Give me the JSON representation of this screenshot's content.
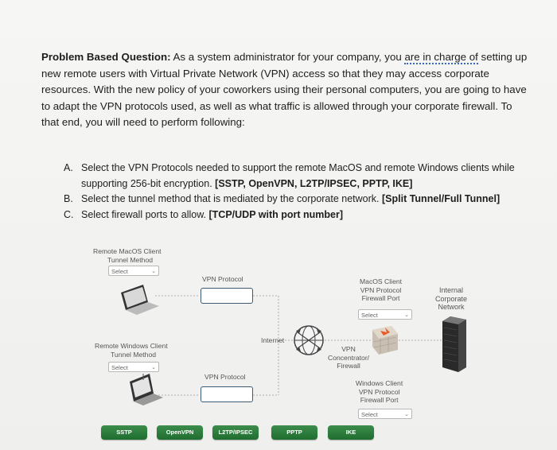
{
  "question": {
    "lead": "Problem Based Question:",
    "text_1": " As a system administrator for your company, you ",
    "underlined": "are in charge of",
    "text_2": " setting up new remote users with Virtual Private Network (VPN) access so that they may access corporate resources. With the new policy of your coworkers using their personal computers, you are going to have to adapt the VPN protocols used, as well as what traffic is allowed through your corporate firewall. To that end, you will need to perform following:"
  },
  "tasks": [
    {
      "letter": "A.",
      "text": "Select the VPN Protocols needed to support the remote MacOS and remote Windows clients while supporting 256-bit encryption. ",
      "bold": "[SSTP, OpenVPN, L2TP/IPSEC, PPTP, IKE]"
    },
    {
      "letter": "B.",
      "text": "Select the tunnel method that is mediated by the corporate network. ",
      "bold": "[Split Tunnel/Full Tunnel]"
    },
    {
      "letter": "C.",
      "text": "Select firewall ports to allow. ",
      "bold": "[TCP/UDP with port number]"
    }
  ],
  "diagram": {
    "mac_client": {
      "line1": "Remote MacOS Client",
      "line2": "Tunnel Method",
      "select": "Select"
    },
    "win_client": {
      "line1": "Remote Windows Client",
      "line2": "Tunnel Method",
      "select": "Select"
    },
    "vpn_protocol_top": "VPN Protocol",
    "vpn_protocol_bottom": "VPN Protocol",
    "internet": "Internet",
    "concentrator": {
      "line1": "VPN",
      "line2": "Concentrator/",
      "line3": "Firewall"
    },
    "mac_port": {
      "line1": "MacOS Client",
      "line2": "VPN Protocol",
      "line3": "Firewall Port",
      "select": "Select"
    },
    "win_port": {
      "line1": "Windows Client",
      "line2": "VPN Protocol",
      "line3": "Firewall Port",
      "select": "Select"
    },
    "corp": {
      "line1": "Internal",
      "line2": "Corporate",
      "line3": "Network"
    },
    "chips": [
      "SSTP",
      "OpenVPN",
      "L2TP/IPSEC",
      "PPTP",
      "IKE"
    ]
  },
  "colors": {
    "chip": "#2a7a3a",
    "slot_border": "#3a5a78"
  }
}
